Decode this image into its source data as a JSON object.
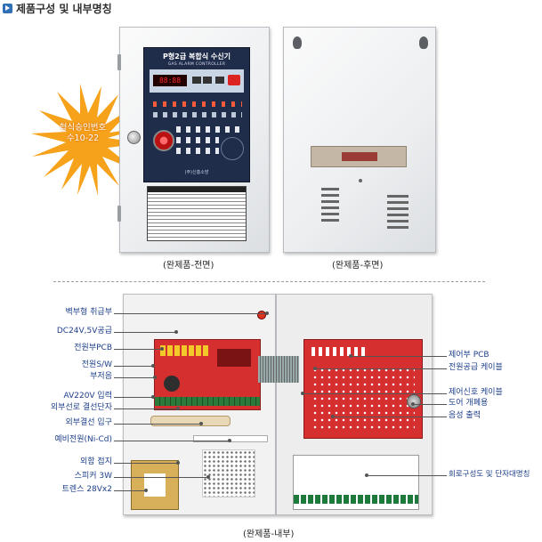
{
  "header": {
    "title": "제품구성 및 내부명칭"
  },
  "starburst": {
    "line1": "형식승인번호",
    "line2": "수10-22"
  },
  "panel": {
    "title": "P형2급 복합식 수신기",
    "subtitle": "GAS ALARM CONTROLLER",
    "display": "88:88",
    "brand": "(주)신흥소방"
  },
  "captions": {
    "front": "(완제품-전면)",
    "rear": "(완제품-후면)",
    "interior": "(완제품-내부)"
  },
  "left_labels": [
    "벽부형 취급부",
    "DC24V,5V공급",
    "전원부PCB",
    "전원S/W",
    "부저음",
    "AV220V 입력",
    "외부선로 결선단자",
    "외부결선 입구",
    "예비전원(Ni-Cd)",
    "외함 접지",
    "스피커 3W",
    "트렌스 28Vx2"
  ],
  "right_labels": [
    "제어부 PCB",
    "전원공급 케이블",
    "제어신호 케이블",
    "도어 개폐용",
    "음성 출력",
    "회로구성도 및 단자대명칭"
  ],
  "colors": {
    "accent": "#2f6fb6",
    "callout_text": "#1d3f8a",
    "starburst": "#f7a21b",
    "pcb_red": "#d62f2f"
  }
}
